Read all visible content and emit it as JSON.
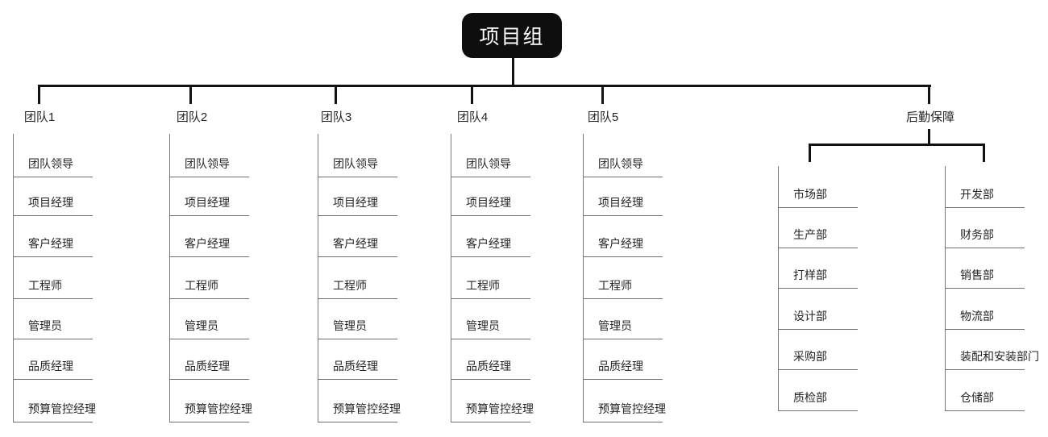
{
  "root": {
    "label": "项目组"
  },
  "teams": [
    {
      "label": "团队1",
      "items": [
        "团队领导",
        "项目经理",
        "客户经理",
        "工程师",
        "管理员",
        "品质经理",
        "预算管控经理"
      ]
    },
    {
      "label": "团队2",
      "items": [
        "团队领导",
        "项目经理",
        "客户经理",
        "工程师",
        "管理员",
        "品质经理",
        "预算管控经理"
      ]
    },
    {
      "label": "团队3",
      "items": [
        "团队领导",
        "项目经理",
        "客户经理",
        "工程师",
        "管理员",
        "品质经理",
        "预算管控经理"
      ]
    },
    {
      "label": "团队4",
      "items": [
        "团队领导",
        "项目经理",
        "客户经理",
        "工程师",
        "管理员",
        "品质经理",
        "预算管控经理"
      ]
    },
    {
      "label": "团队5",
      "items": [
        "团队领导",
        "项目经理",
        "客户经理",
        "工程师",
        "管理员",
        "品质经理",
        "预算管控经理"
      ]
    }
  ],
  "logistics": {
    "label": "后勤保障",
    "left_departments": [
      "市场部",
      "生产部",
      "打样部",
      "设计部",
      "采购部",
      "质检部"
    ],
    "right_departments": [
      "开发部",
      "财务部",
      "销售部",
      "物流部",
      "装配和安装部门",
      "仓储部"
    ]
  },
  "colors": {
    "root_background": "#0e0e0e",
    "root_text": "#ffffff",
    "connector": "#121212",
    "thin_line": "#7a7a7a",
    "label_text": "#262626"
  }
}
